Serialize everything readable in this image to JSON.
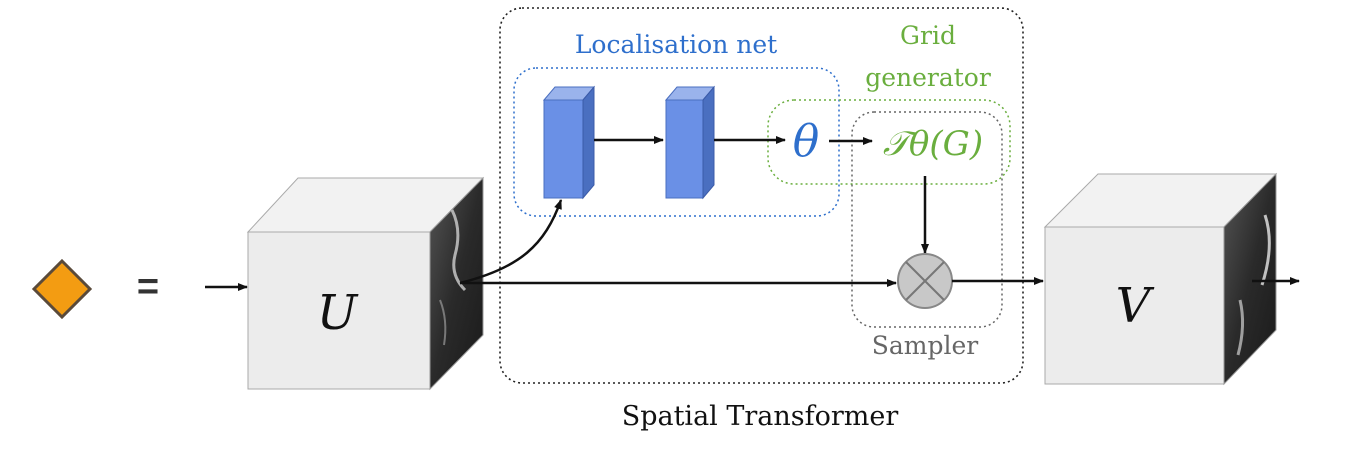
{
  "legend": {
    "symbol": "=",
    "diamond_color": "#F39C12"
  },
  "labels": {
    "localisation_net": "Localisation net",
    "grid_generator_line1": "Grid",
    "grid_generator_line2": "generator",
    "theta": "θ",
    "transform": "𝒯θ(G)",
    "sampler": "Sampler",
    "spatial_transformer": "Spatial Transformer",
    "input_map": "U",
    "output_map": "V"
  },
  "colors": {
    "localisation": "#2E6FCC",
    "grid": "#6AAE3E",
    "sampler": "#666666",
    "block": "#6A90E6"
  }
}
